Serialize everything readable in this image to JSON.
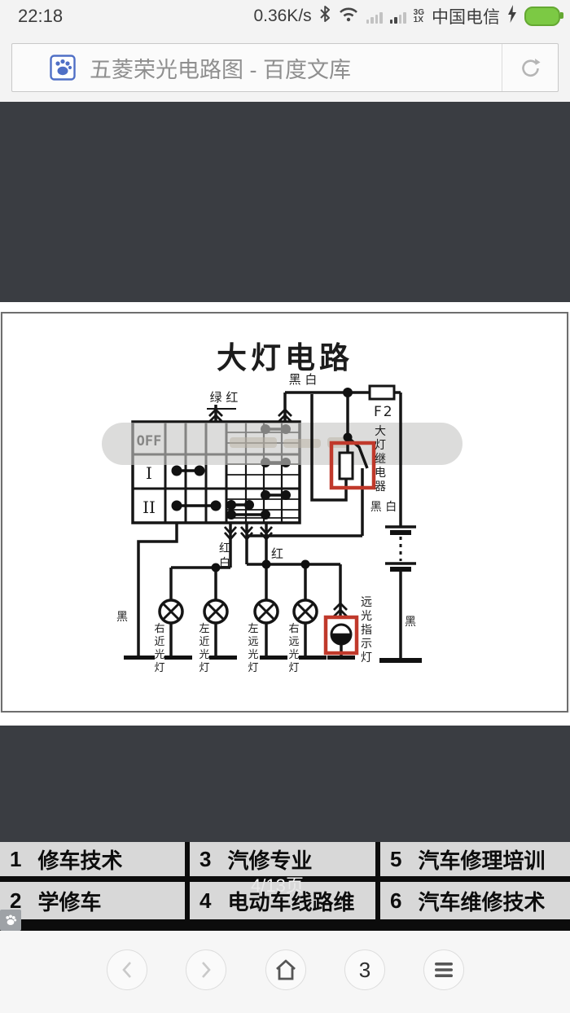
{
  "status_bar": {
    "time": "22:18",
    "network_speed": "0.36K/s",
    "net_badge_top": "3G",
    "net_badge_bottom": "1X",
    "carrier": "中国电信"
  },
  "address_bar": {
    "title": "五菱荣光电路图 - 百度文库"
  },
  "diagram": {
    "title": "大灯电路",
    "switch_positions": [
      "OFF",
      "I",
      "II"
    ],
    "fuse_label": "F2",
    "relay_label": "大灯继电器",
    "indicator_label": "远光指示灯",
    "wire_labels": {
      "green_red": "绿 红",
      "top_black_white": "黑 白",
      "battery_black_white": "黑 白",
      "red_white": "红白",
      "red": "红",
      "left_black": "黑",
      "battery_black": "黑"
    },
    "lamp_labels": [
      "右近光灯",
      "左近光灯",
      "左远光灯",
      "右远光灯"
    ]
  },
  "page_indicator": "4/13页",
  "links": {
    "items": [
      {
        "num": "1",
        "label": "修车技术"
      },
      {
        "num": "3",
        "label": "汽修专业"
      },
      {
        "num": "5",
        "label": "汽车修理培训"
      },
      {
        "num": "2",
        "label": "学修车"
      },
      {
        "num": "4",
        "label": "电动车线路维"
      },
      {
        "num": "6",
        "label": "汽车维修技术"
      }
    ]
  },
  "nav_bar": {
    "tab_count": "3"
  }
}
